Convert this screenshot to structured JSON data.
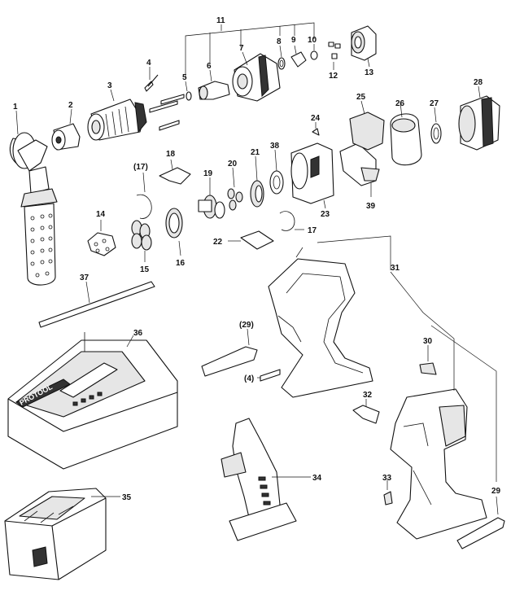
{
  "labels": {
    "l1": "1",
    "l2": "2",
    "l3": "3",
    "l4": "4",
    "l5": "5",
    "l6": "6",
    "l7": "7",
    "l8": "8",
    "l9": "9",
    "l10": "10",
    "l11": "11",
    "l12": "12",
    "l13": "13",
    "l14": "14",
    "l15": "15",
    "l16": "16",
    "l17": "(17)",
    "l17b": "17",
    "l18": "18",
    "l19": "19",
    "l20": "20",
    "l21": "21",
    "l22": "22",
    "l23": "23",
    "l24": "24",
    "l25": "25",
    "l26": "26",
    "l27": "27",
    "l28": "28",
    "l29": "(29)",
    "l29b": "29",
    "l30": "30",
    "l31": "31",
    "l32": "32",
    "l33": "33",
    "l34": "34",
    "l35": "35",
    "l36": "36",
    "l37": "37",
    "l38": "38",
    "l39": "39",
    "l4b": "(4)"
  },
  "charger_brand": "PROTOOL"
}
